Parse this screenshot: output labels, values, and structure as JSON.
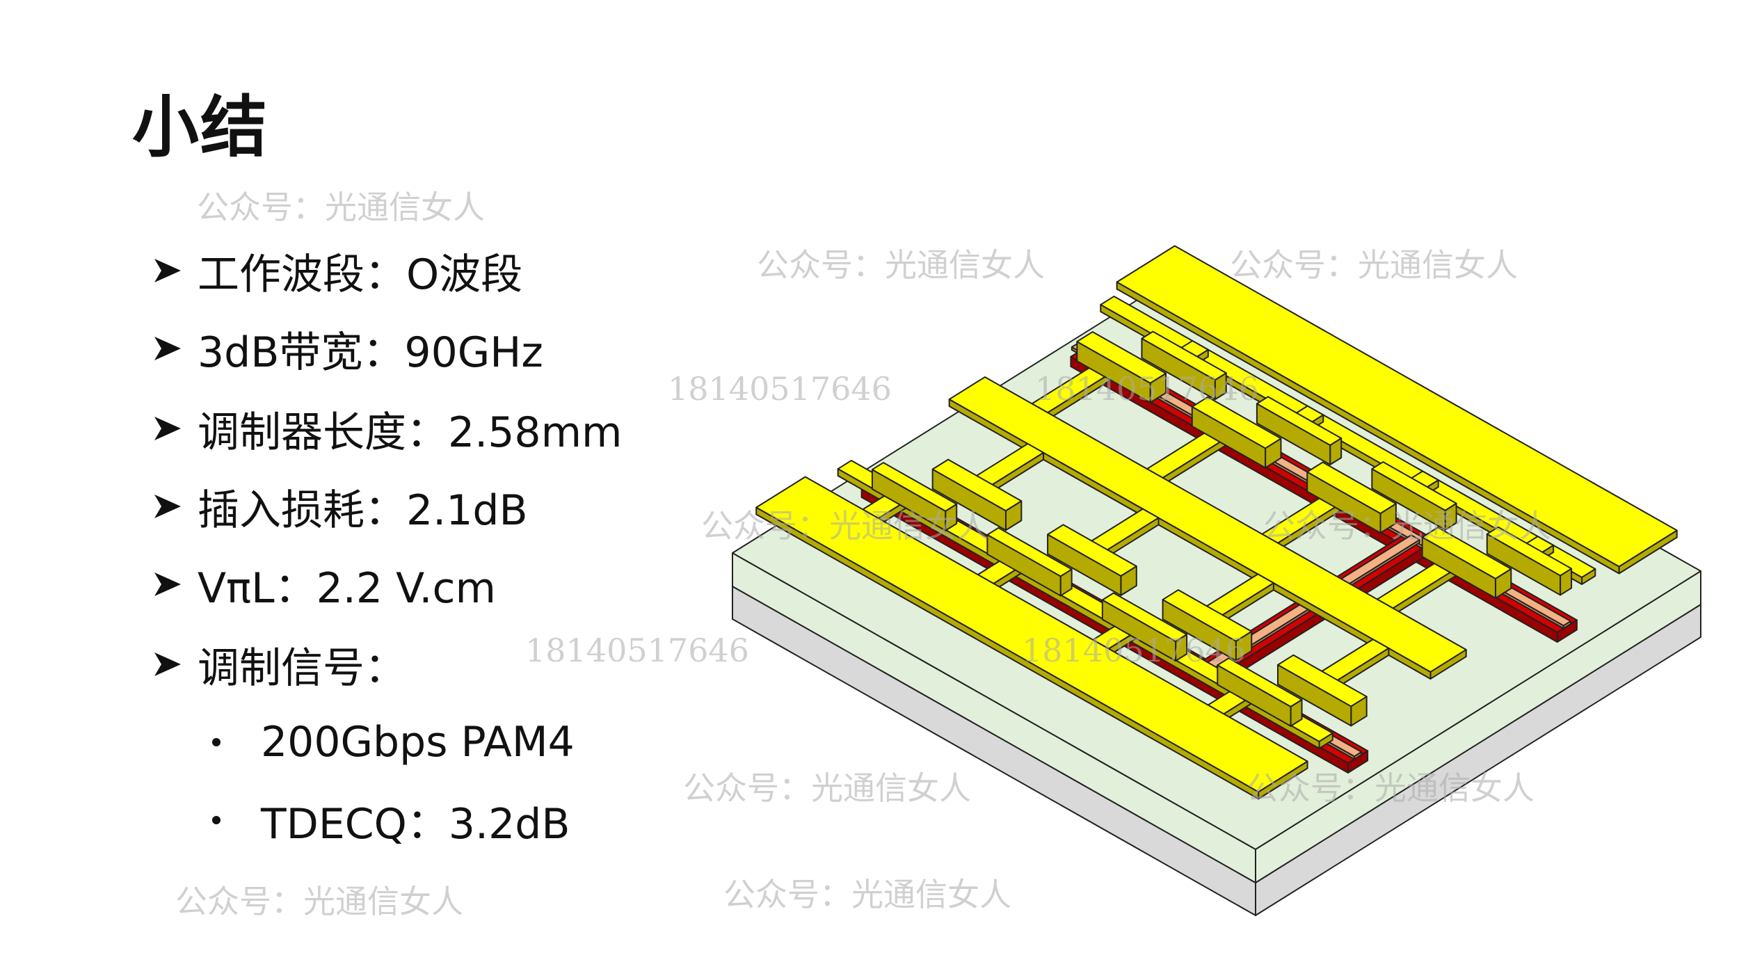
{
  "title": "小结",
  "bullets": [
    {
      "label": "工作波段：O波段"
    },
    {
      "label": "3dB带宽：90GHz"
    },
    {
      "label": "调制器长度：2.58mm"
    },
    {
      "label": "插入损耗：2.1dB"
    },
    {
      "label": "VπL：2.2 V.cm"
    },
    {
      "label": "调制信号："
    }
  ],
  "sub_bullets": [
    {
      "label": "200Gbps PAM4"
    },
    {
      "label": "TDECQ：3.2dB"
    }
  ],
  "watermarks": {
    "account": "公众号：光通信女人",
    "phone": "18140517646"
  },
  "colors": {
    "electrode": "#ffff00",
    "electrode_side": "#b5aa00",
    "rib": "#d40000",
    "waveguide": "#f4b183",
    "cladding": "#e2efda",
    "substrate": "#d9d9d9"
  }
}
